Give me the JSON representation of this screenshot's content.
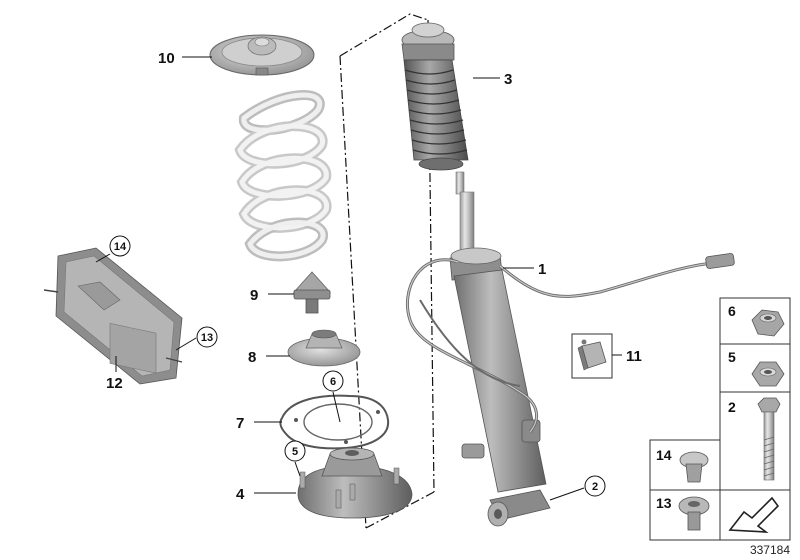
{
  "diagram": {
    "reference_number": "337184",
    "callouts": {
      "c1": "1",
      "c2": "2",
      "c3": "3",
      "c4": "4",
      "c5": "5",
      "c6": "6",
      "c7": "7",
      "c8": "8",
      "c9": "9",
      "c10": "10",
      "c11": "11",
      "c12": "12",
      "c13": "13",
      "c14": "14"
    },
    "small_parts_panel": {
      "p6": "6",
      "p5": "5",
      "p2": "2",
      "p14": "14",
      "p13": "13"
    }
  }
}
